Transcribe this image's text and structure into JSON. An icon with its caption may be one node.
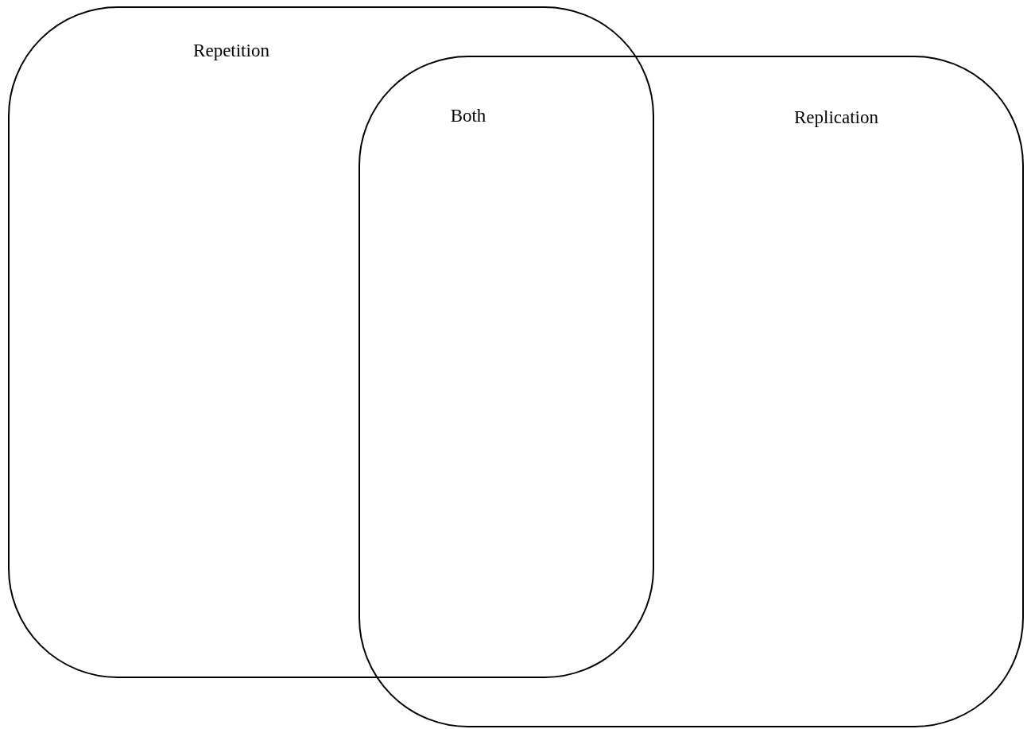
{
  "diagram": {
    "nodes": [
      {
        "text": [
          "Repetition"
        ]
      },
      {
        "text": [
          "Replication"
        ]
      }
    ],
    "labels": [
      "Both"
    ]
  }
}
